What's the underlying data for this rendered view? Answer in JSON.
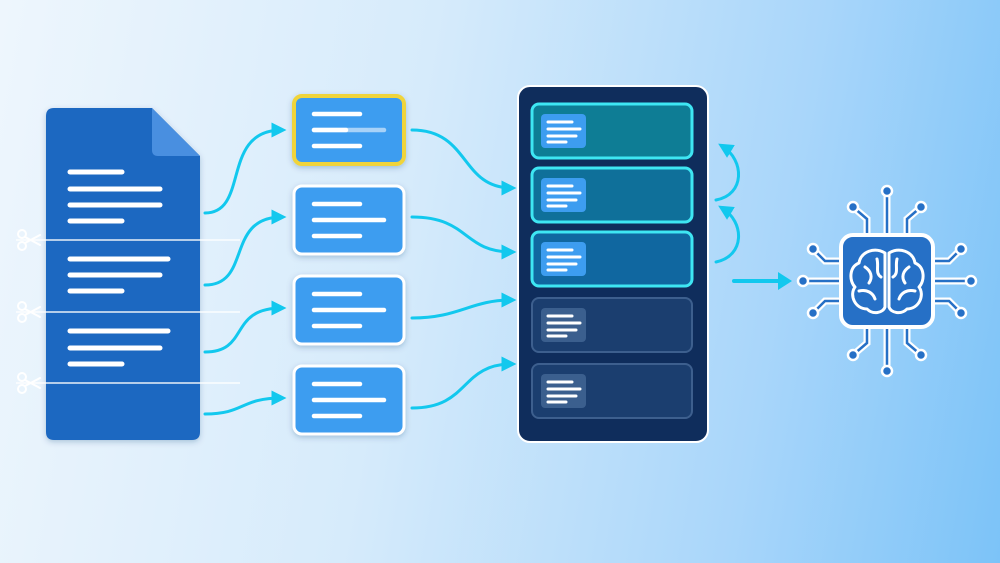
{
  "colors": {
    "document": "#1f67c1",
    "document_fold": "#4a8fe0",
    "chunk_fill": "#3d9df0",
    "chunk_border": "#ffffff",
    "chunk_highlight_border": "#f0d43a",
    "store_bg": "#0f2d5c",
    "store_border": "#ffffff",
    "slot_active_fill": "#0e7d95",
    "slot_active_border": "#3ee6f3",
    "slot_inactive_fill": "#1b3e6f",
    "slot_inactive_border": "#3d5f8e",
    "connector": "#12c8ee",
    "cut_line": "#ffffff",
    "scissors": "#ffffff",
    "chip_fill": "#2670c6",
    "chip_outline": "#ffffff"
  },
  "icons": [
    "document-icon",
    "scissors-icon",
    "chunk-card-icon",
    "vector-store-icon",
    "brain-chip-icon",
    "arrow-right-icon",
    "curved-arrow-icon"
  ],
  "document": {
    "line_groups": 3
  },
  "chunks": [
    {
      "highlighted": true
    },
    {
      "highlighted": false
    },
    {
      "highlighted": false
    },
    {
      "highlighted": false
    }
  ],
  "store_slots": [
    {
      "state": "active"
    },
    {
      "state": "active"
    },
    {
      "state": "active"
    },
    {
      "state": "inactive"
    },
    {
      "state": "inactive"
    }
  ]
}
